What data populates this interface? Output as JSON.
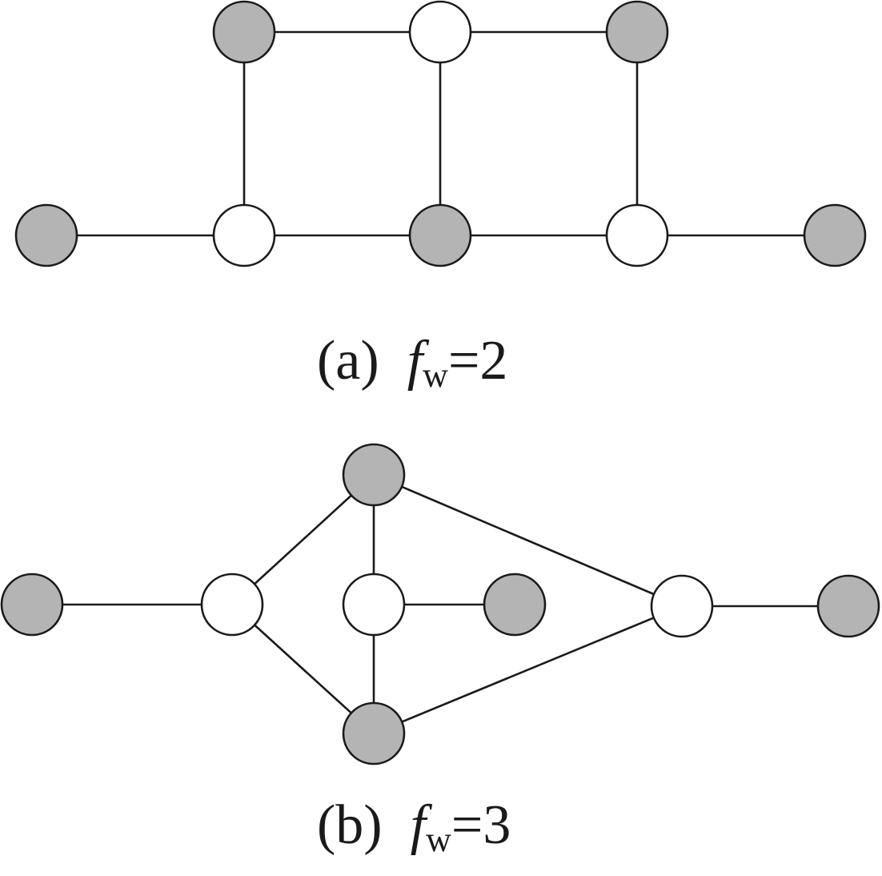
{
  "colors": {
    "filled_node": "#b4b4b4",
    "empty_node": "#ffffff",
    "stroke": "#1a1a1a"
  },
  "diagrams": [
    {
      "id": "a",
      "caption": {
        "label": "(a)",
        "symbol": "f",
        "subscript": "w",
        "value": "=2"
      },
      "nodes": [
        {
          "id": "a-top-left",
          "filled": true
        },
        {
          "id": "a-top-middle",
          "filled": false
        },
        {
          "id": "a-top-right",
          "filled": true
        },
        {
          "id": "a-bottom-1",
          "filled": true
        },
        {
          "id": "a-bottom-2",
          "filled": false
        },
        {
          "id": "a-bottom-3",
          "filled": true
        },
        {
          "id": "a-bottom-4",
          "filled": false
        },
        {
          "id": "a-bottom-5",
          "filled": true
        }
      ],
      "edges": [
        [
          "a-top-left",
          "a-top-middle"
        ],
        [
          "a-top-middle",
          "a-top-right"
        ],
        [
          "a-top-left",
          "a-bottom-2"
        ],
        [
          "a-top-middle",
          "a-bottom-3"
        ],
        [
          "a-top-right",
          "a-bottom-4"
        ],
        [
          "a-bottom-1",
          "a-bottom-2"
        ],
        [
          "a-bottom-2",
          "a-bottom-3"
        ],
        [
          "a-bottom-3",
          "a-bottom-4"
        ],
        [
          "a-bottom-4",
          "a-bottom-5"
        ]
      ]
    },
    {
      "id": "b",
      "caption": {
        "label": "(b)",
        "symbol": "f",
        "subscript": "w",
        "value": "=3"
      },
      "nodes": [
        {
          "id": "b-left",
          "filled": true
        },
        {
          "id": "b-hub",
          "filled": false
        },
        {
          "id": "b-top",
          "filled": true
        },
        {
          "id": "b-center",
          "filled": false
        },
        {
          "id": "b-center-right",
          "filled": true
        },
        {
          "id": "b-bottom",
          "filled": true
        },
        {
          "id": "b-right-hub",
          "filled": false
        },
        {
          "id": "b-far-right",
          "filled": true
        }
      ],
      "edges": [
        [
          "b-left",
          "b-hub"
        ],
        [
          "b-hub",
          "b-top"
        ],
        [
          "b-hub",
          "b-bottom"
        ],
        [
          "b-top",
          "b-center"
        ],
        [
          "b-center",
          "b-bottom"
        ],
        [
          "b-center",
          "b-center-right"
        ],
        [
          "b-top",
          "b-right-hub"
        ],
        [
          "b-bottom",
          "b-right-hub"
        ],
        [
          "b-right-hub",
          "b-far-right"
        ]
      ]
    }
  ]
}
